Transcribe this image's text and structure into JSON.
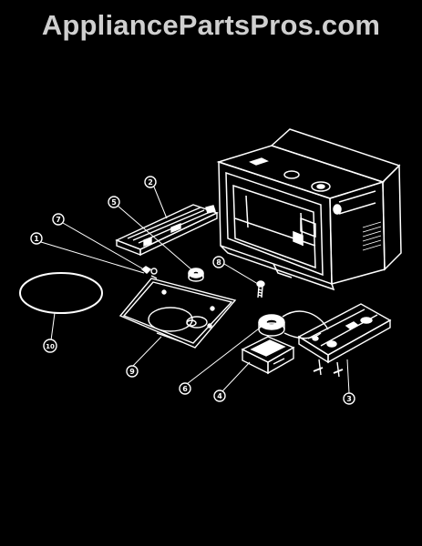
{
  "watermark": {
    "text": "AppliancePartsPros.com"
  },
  "callouts": [
    {
      "id": "1",
      "label": "1"
    },
    {
      "id": "2",
      "label": "2"
    },
    {
      "id": "3",
      "label": "3"
    },
    {
      "id": "4",
      "label": "4"
    },
    {
      "id": "5",
      "label": "5"
    },
    {
      "id": "6",
      "label": "6"
    },
    {
      "id": "7",
      "label": "7"
    },
    {
      "id": "8",
      "label": "8"
    },
    {
      "id": "9",
      "label": "9"
    },
    {
      "id": "10",
      "label": "10"
    }
  ],
  "colors": {
    "background": "#000000",
    "line": "#ffffff",
    "watermark": "#cfcfcf"
  }
}
